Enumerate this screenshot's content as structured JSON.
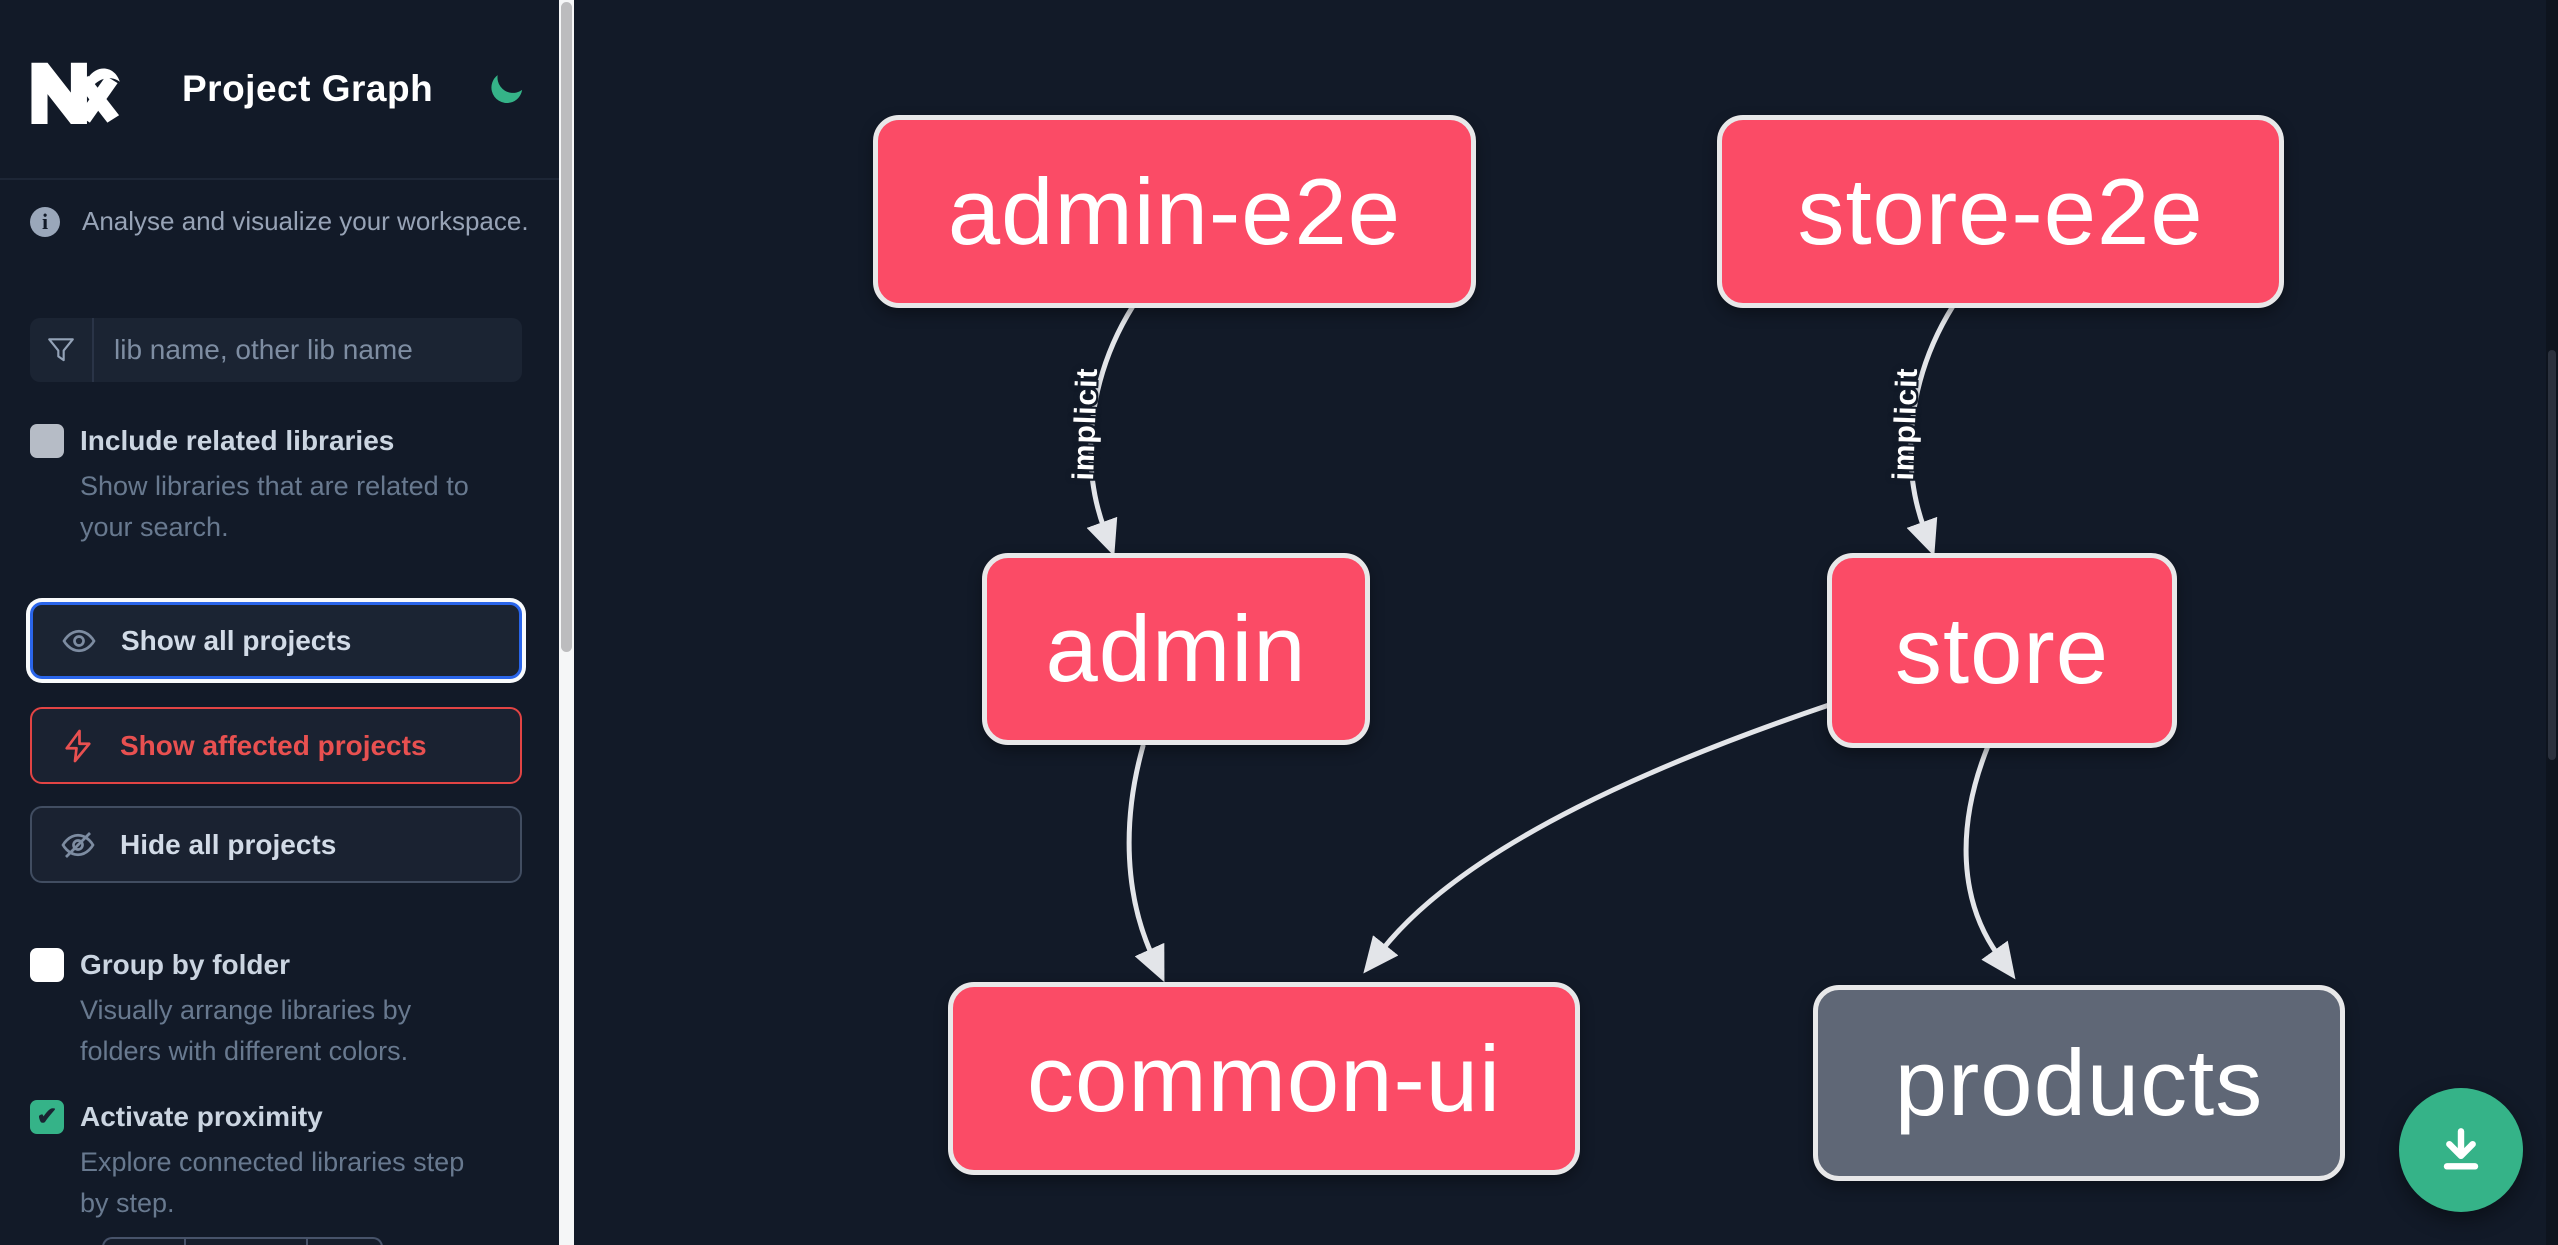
{
  "header": {
    "title": "Project Graph",
    "logo": "Nx",
    "theme_toggle": "dark-mode-moon"
  },
  "sidebar": {
    "tagline": "Analyse and visualize your workspace.",
    "search": {
      "placeholder": "lib name, other lib name",
      "value": ""
    },
    "toggles": [
      {
        "label": "Include related libraries",
        "description": "Show libraries that are related to your search.",
        "checked": false
      },
      {
        "label": "Group by folder",
        "description": "Visually arrange libraries by folders with different colors.",
        "checked": false
      },
      {
        "label": "Activate proximity",
        "description": "Explore connected libraries step by step.",
        "checked": true
      }
    ],
    "buttons": [
      {
        "label": "Show all projects",
        "icon": "eye-icon",
        "state": "focused"
      },
      {
        "label": "Show affected projects",
        "icon": "bolt-icon",
        "state": "danger"
      },
      {
        "label": "Hide all projects",
        "icon": "eye-off-icon",
        "state": "default"
      }
    ]
  },
  "graph": {
    "nodes": [
      {
        "id": "admin-e2e",
        "label": "admin-e2e",
        "color_role": "pink"
      },
      {
        "id": "store-e2e",
        "label": "store-e2e",
        "color_role": "pink"
      },
      {
        "id": "admin",
        "label": "admin",
        "color_role": "pink"
      },
      {
        "id": "store",
        "label": "store",
        "color_role": "pink"
      },
      {
        "id": "common-ui",
        "label": "common-ui",
        "color_role": "pink"
      },
      {
        "id": "products",
        "label": "products",
        "color_role": "gray"
      }
    ],
    "edges": [
      {
        "from": "admin-e2e",
        "to": "admin",
        "label": "implicit"
      },
      {
        "from": "store-e2e",
        "to": "store",
        "label": "implicit"
      },
      {
        "from": "admin",
        "to": "common-ui",
        "label": ""
      },
      {
        "from": "store",
        "to": "common-ui",
        "label": ""
      },
      {
        "from": "store",
        "to": "products",
        "label": ""
      }
    ]
  },
  "fab": {
    "action": "download-graph-image"
  },
  "colors": {
    "background": "#121a28",
    "node_pink": "#fb4b66",
    "node_gray": "#5f6776",
    "node_border": "#e8e8e9",
    "edge": "#e3e5e9",
    "accent_green": "#35b388",
    "focus_blue": "#2a65ea",
    "affected_red": "#e24444"
  }
}
